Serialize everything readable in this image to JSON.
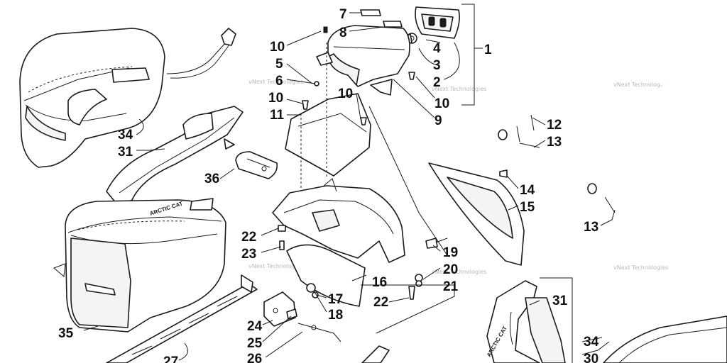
{
  "callouts": [
    "1",
    "2",
    "3",
    "4",
    "5",
    "6",
    "7",
    "8",
    "9",
    "10",
    "10",
    "10",
    "10",
    "11",
    "12",
    "13",
    "13",
    "14",
    "15",
    "16",
    "17",
    "18",
    "19",
    "20",
    "21",
    "22",
    "22",
    "23",
    "24",
    "25",
    "26",
    "27",
    "30",
    "31",
    "31",
    "34",
    "34",
    "35",
    "36"
  ],
  "watermark": "vNext Technologies",
  "part_marks": {
    "handle_logo": "ARCTIC CAT",
    "seat_logo": "ARCTIC CAT"
  }
}
